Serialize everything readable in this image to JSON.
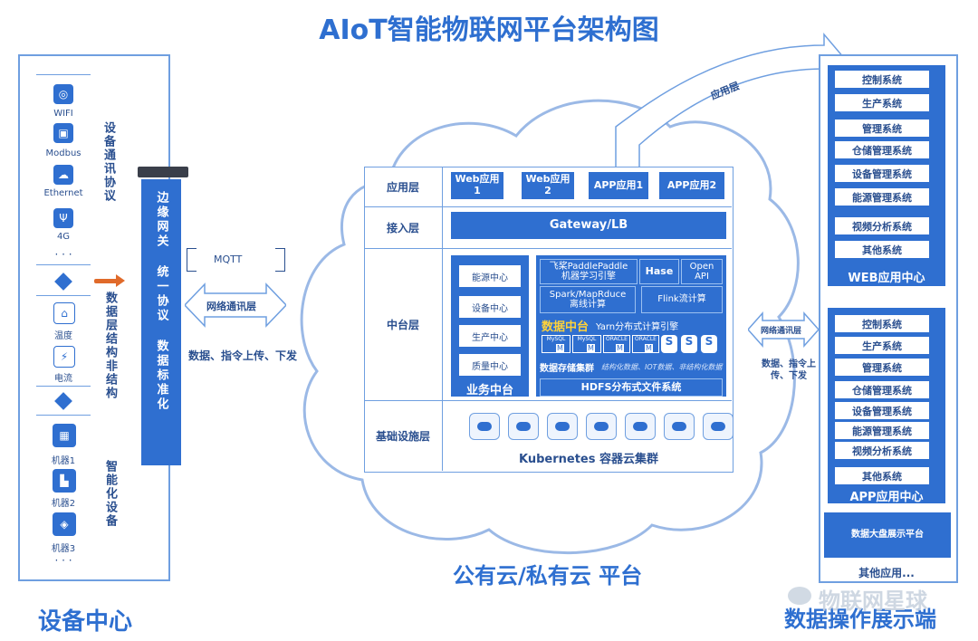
{
  "title": "AIoT智能物联网平台架构图",
  "device_center": {
    "label": "设备中心",
    "protocols": [
      "WIFI",
      "Modbus",
      "Ethernet",
      "4G"
    ],
    "protocol_title": "设备通讯协议",
    "data_layer_title": "数据层结构非结构",
    "sensors": [
      "温度",
      "电流"
    ],
    "smart_title": "智能化设备",
    "machines": [
      "机器1",
      "机器2",
      "机器3"
    ],
    "ellipsis": "· · ·"
  },
  "gateway": {
    "text": "边缘网关 统一协议 数据标准化"
  },
  "left_link": {
    "mqtt": "MQTT",
    "network": "网络通讯层",
    "caption": "数据、指令上传、下发"
  },
  "cloud": {
    "label": "公有云/私有云 平台",
    "app_layer_arrow": "应用层",
    "rows": {
      "app": "应用层",
      "access": "接入层",
      "middle": "中台层",
      "infra": "基础设施层"
    },
    "app_boxes": [
      "Web应用\n1",
      "Web应用\n2",
      "APP应用1",
      "APP应用2"
    ],
    "gateway_lb": "Gateway/LB",
    "business": {
      "items": [
        "能源中心",
        "设备中心",
        "生产中心",
        "质量中心"
      ],
      "title": "业务中台"
    },
    "data_mid": {
      "paddle": "飞桨PaddlePaddle\n机器学习引擎",
      "hase": "Hase",
      "openapi": "Open\nAPI",
      "spark": "Spark/MapRduce\n离线计算",
      "flink": "Flink流计算",
      "title": "数据中台",
      "yarn": "Yarn分布式计算引擎",
      "db_labels": [
        "MySQL",
        "MySQL",
        "ORACLE",
        "ORACLE"
      ],
      "db_mark": "M",
      "s_mark": "S",
      "storage": "数据存储集群",
      "storage_sub": "结构化数据、IOT数据、非结构化数据",
      "hdfs": "HDFS分布式文件系统"
    },
    "kubernetes": "Kubernetes 容器云集群"
  },
  "right_link": {
    "network": "网络通讯层",
    "caption": "数据、指令上传、下发"
  },
  "display": {
    "label": "数据操作展示端",
    "web_systems": [
      "控制系统",
      "生产系统",
      "管理系统",
      "仓储管理系统",
      "设备管理系统",
      "能源管理系统",
      "视频分析系统",
      "其他系统"
    ],
    "web_title": "WEB应用中心",
    "app_systems": [
      "控制系统",
      "生产系统",
      "管理系统",
      "仓储管理系统",
      "设备管理系统",
      "能源管理系统",
      "视频分析系统",
      "其他系统"
    ],
    "app_title": "APP应用中心",
    "bigscreen": "数据大盘展示平台",
    "other": "其他应用..."
  },
  "watermark": "物联网星球"
}
